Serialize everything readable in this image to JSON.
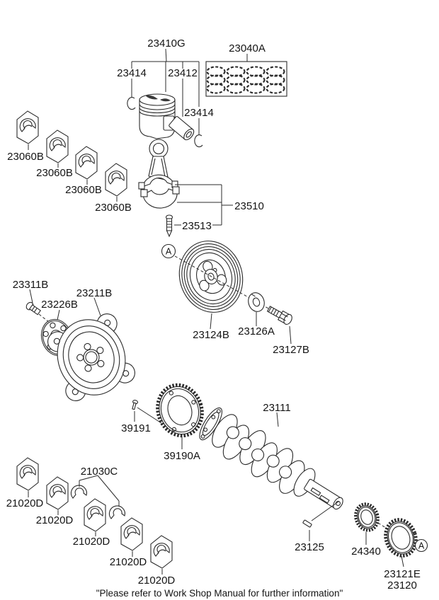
{
  "diagram": {
    "footer_note": "\"Please refer to Work Shop Manual for further information\"",
    "section_marker": "A",
    "labels": {
      "piston_kit": "23410G",
      "snap_ring": "23414",
      "piston_pin": "23412",
      "piston_ring_set": "23040A",
      "rod_bearing": "23060B",
      "connecting_rod": "23510",
      "rod_bolt": "23513",
      "damper_pulley": "23124B",
      "pulley_washer": "23126A",
      "pulley_bolt": "23127B",
      "driveplate_bolt": "23311B",
      "adapter_plate": "23226B",
      "drive_plate": "23211B",
      "crankshaft": "23111",
      "tone_wheel_screw": "39191",
      "tone_wheel": "39190A",
      "main_bearing_set": "21030C",
      "main_bearing": "21020D",
      "crank_key": "23125",
      "crank_sprocket": "24340",
      "timing_gear": "23121E",
      "timing_gear_ref": "23120"
    }
  }
}
